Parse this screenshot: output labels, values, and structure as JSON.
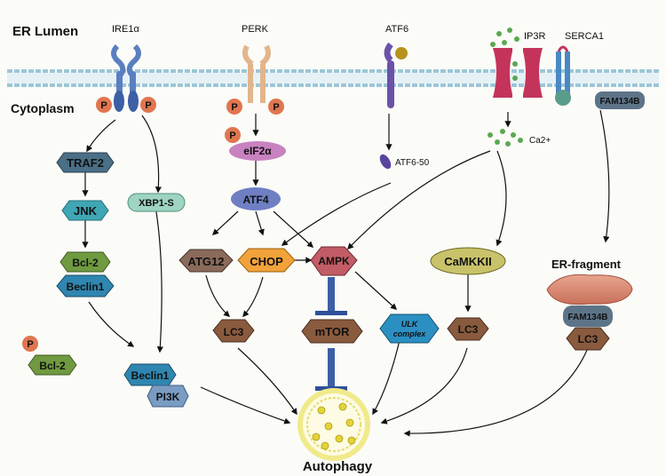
{
  "regions": {
    "lumen": "ER Lumen",
    "cytoplasm": "Cytoplasm"
  },
  "receptors": {
    "ire1": "IRE1α",
    "perk": "PERK",
    "atf6": "ATF6",
    "ip3r": "IP3R",
    "serca1": "SERCA1"
  },
  "nodes": {
    "p": "P",
    "traf2": "TRAF2",
    "jnk": "JNK",
    "bcl2": "Bcl-2",
    "beclin1": "Beclin1",
    "xbp1s": "XBP1-S",
    "pi3k": "PI3K",
    "eif2a": "eIF2α",
    "atf4": "ATF4",
    "atf650": "ATF6-50",
    "atg12": "ATG12",
    "chop": "CHOP",
    "ampk": "AMPK",
    "lc3": "LC3",
    "mtor": "mTOR",
    "ulk_line1": "ULK",
    "ulk_line2": "complex",
    "camkkii": "CaMKKII",
    "ca2": "Ca2+",
    "fam134b": "FAM134B",
    "er_fragment": "ER-fragment",
    "autophagy": "Autophagy"
  },
  "colors": {
    "membrane": "#9cc6d8",
    "traf2": "#4a6f86",
    "jnk": "#3fa6b4",
    "bcl2": "#6f9a40",
    "beclin1": "#2f86b0",
    "xbp1s": "#9fd4c2",
    "pi3k": "#7a9cc2",
    "eif2a": "#c982c0",
    "atf4": "#6f7fc4",
    "atg12": "#8a6a5a",
    "chop": "#f2a23a",
    "ampk": "#c25c66",
    "lc3": "#8a5a3e",
    "mtor": "#8a5a3e",
    "ulk": "#2c8fc2",
    "camkkii": "#c8c36a",
    "fam134b": "#5d7488",
    "er_fragment": "#d98a70",
    "phospho": "#e07650",
    "calcium": "#5aa852",
    "autophagy": "#f1ea8a"
  }
}
